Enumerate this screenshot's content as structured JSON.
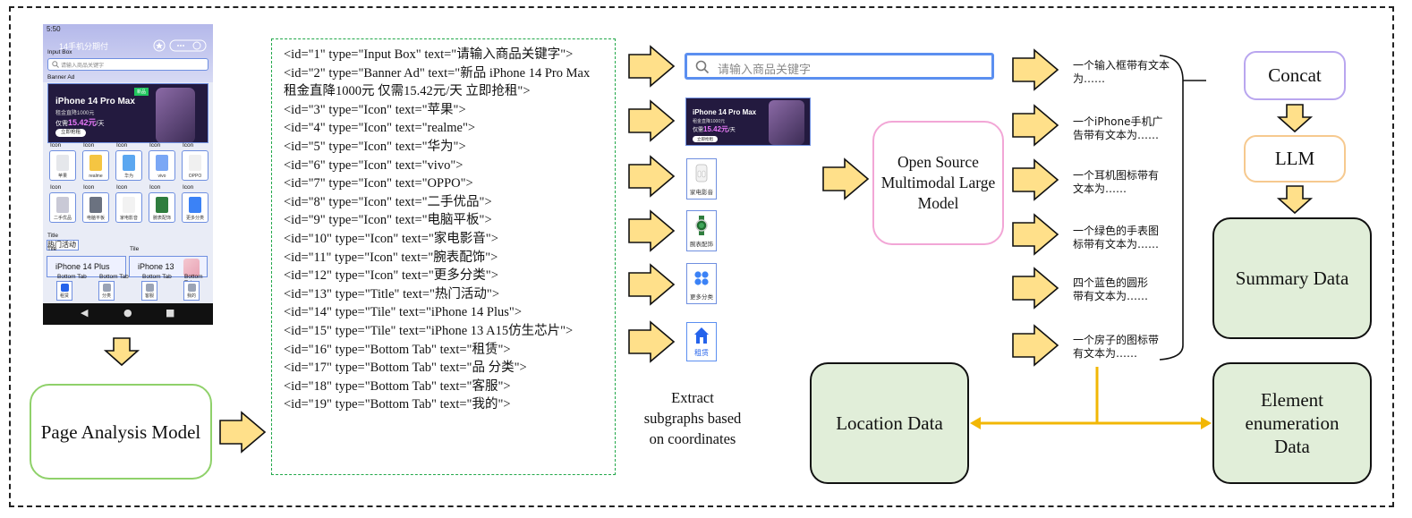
{
  "phone": {
    "status_time": "5:50",
    "title": "14手机分期付",
    "input_tag": "Input Box",
    "input_placeholder": "请输入商品关键字",
    "banner_tag": "Banner Ad",
    "banner_title": "iPhone 14 Pro Max",
    "banner_sub": "租金直降1000元",
    "banner_price_prefix": "仅需",
    "banner_price": "15.42元",
    "banner_price_suffix": "/天",
    "banner_button": "立即抢租",
    "banner_badge": "新品",
    "icon_tag": "Icon",
    "icons_row1": [
      "苹果",
      "realme",
      "华为",
      "vivo",
      "OPPO"
    ],
    "icons_row2": [
      "二手优品",
      "电脑平板",
      "家电影音",
      "腕表配饰",
      "更多分类"
    ],
    "title_tag": "Title",
    "title_text": "热门活动",
    "tile_tag": "Tile",
    "tile1": "iPhone 14 Plus",
    "tile2": "iPhone 13",
    "bottom_tag": "Bottom Tab",
    "tabs": [
      "租赁",
      "分类",
      "客服",
      "我的"
    ]
  },
  "list": [
    "<id=\"1\" type=\"Input Box\" text=\"请输入商品关键字\">",
    "<id=\"2\" type=\"Banner Ad\" text=\"新品 iPhone 14 Pro Max 租金直降1000元 仅需15.42元/天 立即抢租\">",
    "<id=\"3\" type=\"Icon\" text=\"苹果\">",
    "<id=\"4\" type=\"Icon\" text=\"realme\">",
    "<id=\"5\" type=\"Icon\" text=\"华为\">",
    "<id=\"6\" type=\"Icon\" text=\"vivo\">",
    "<id=\"7\" type=\"Icon\" text=\"OPPO\">",
    "<id=\"8\" type=\"Icon\" text=\"二手优品\">",
    "<id=\"9\" type=\"Icon\" text=\"电脑平板\">",
    "<id=\"10\" type=\"Icon\" text=\"家电影音\">",
    "<id=\"11\" type=\"Icon\" text=\"腕表配饰\">",
    "<id=\"12\" type=\"Icon\" text=\"更多分类\">",
    "<id=\"13\" type=\"Title\" text=\"热门活动\">",
    "<id=\"14\" type=\"Tile\" text=\"iPhone 14 Plus\">",
    "<id=\"15\" type=\"Tile\" text=\"iPhone 13 A15仿生芯片\">",
    "<id=\"16\" type=\"Bottom Tab\" text=\"租赁\">",
    "<id=\"17\" type=\"Bottom Tab\" text=\"品 分类\">",
    "<id=\"18\" type=\"Bottom Tab\" text=\"客服\">",
    "<id=\"19\" type=\"Bottom Tab\" text=\"我的\">"
  ],
  "extract": {
    "search_placeholder": "请输入商品关键字",
    "banner_title": "iPhone 14 Pro Max",
    "banner_sub": "租金直降1000元",
    "banner_price_prefix": "仅需",
    "banner_price": "15.42元",
    "banner_price_suffix": "/天",
    "banner_button": "立即抢租",
    "icon_labels": [
      "家电影音",
      "腕表配饰",
      "更多分类",
      "租赁"
    ],
    "caption": "Extract subgraphs based on coordinates"
  },
  "descriptions": [
    "一个输入框带有文本为……",
    "一个iPhone手机广告带有文本为……",
    "一个耳机图标带有文本为……",
    "一个绿色的手表图标带有文本为……",
    "四个蓝色的圆形带有文本为……",
    "一个房子的图标带有文本为……"
  ],
  "boxes": {
    "page_analysis": "Page Analysis Model",
    "oss_model": "Open Source Multimodal Large Model",
    "concat": "Concat",
    "llm": "LLM",
    "summary": "Summary Data",
    "location": "Location Data",
    "element_enum": "Element enumeration Data"
  },
  "colors": {
    "arrow_fill": "#ffe08a",
    "connector": "#f2b705",
    "green_fill": "#e1eed9",
    "list_border": "#22a84a",
    "concat_border": "#b9a6ef",
    "llm_border": "#f6c98f",
    "oss_border": "#f2a6d6",
    "page_analysis_border": "#8fd16a"
  }
}
